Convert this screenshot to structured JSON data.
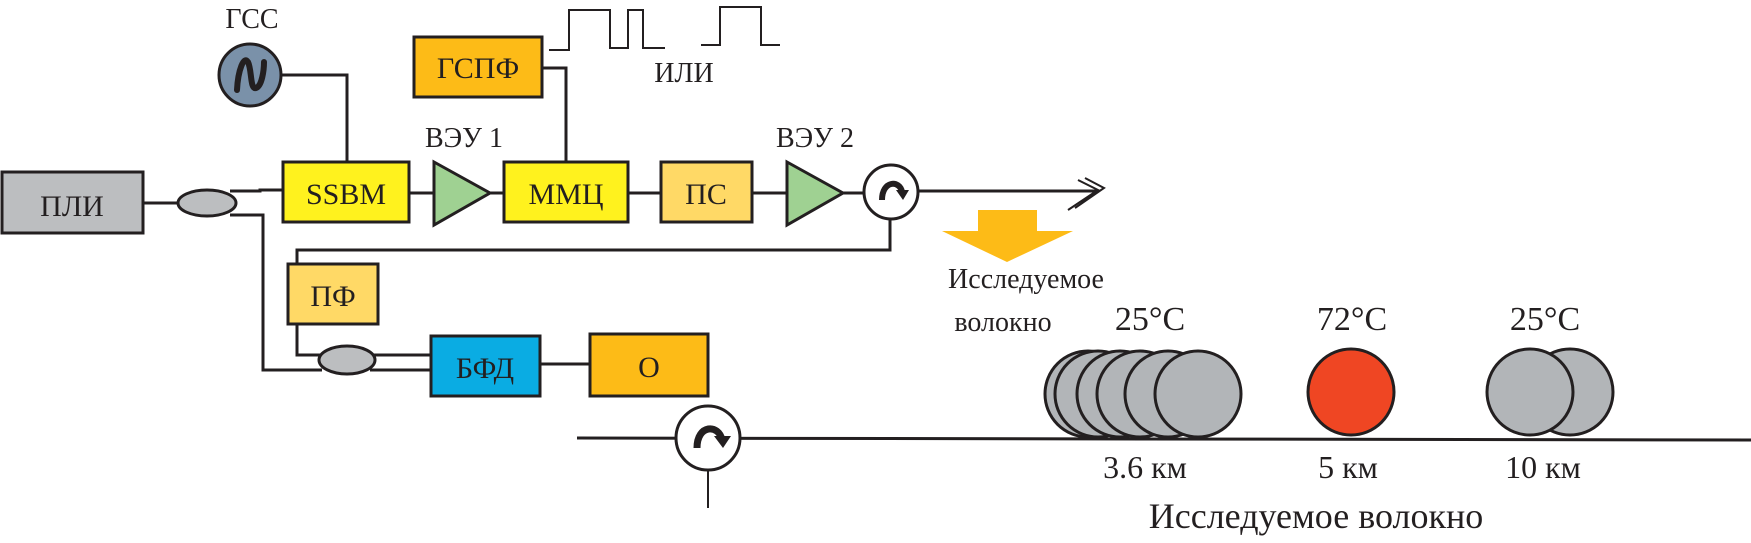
{
  "colors": {
    "gray_box": "#bcbec0",
    "yellow": "#fff21e",
    "orange": "#fdbb17",
    "light_orange": "#ffd966",
    "blue": "#0aace3",
    "green": "#9fd192",
    "generator": "#7a91a9",
    "spool_gray": "#b2b5b8",
    "spool_hot": "#ef4623",
    "arrow": "#fdbb17"
  },
  "blocks": {
    "pli": "ПЛИ",
    "ssbm": "SSBM",
    "mmc": "ММЦ",
    "ps": "ПС",
    "gspf": "ГСПФ",
    "pf": "ПФ",
    "bfd": "БФД",
    "osc": "О"
  },
  "labels": {
    "gss": "ГСС",
    "veu1": "ВЭУ 1",
    "veu2": "ВЭУ 2",
    "or": "ИЛИ",
    "fiber_under_test_line1": "Исследуемое",
    "fiber_under_test_line2": "волокно",
    "fiber_under_test_bottom": "Исследуемое волокно"
  },
  "spools": [
    {
      "temp": "25°C",
      "length": "3.6 км",
      "state": "normal"
    },
    {
      "temp": "72°C",
      "length": "5 км",
      "state": "heated"
    },
    {
      "temp": "25°C",
      "length": "10 км",
      "state": "normal"
    }
  ]
}
